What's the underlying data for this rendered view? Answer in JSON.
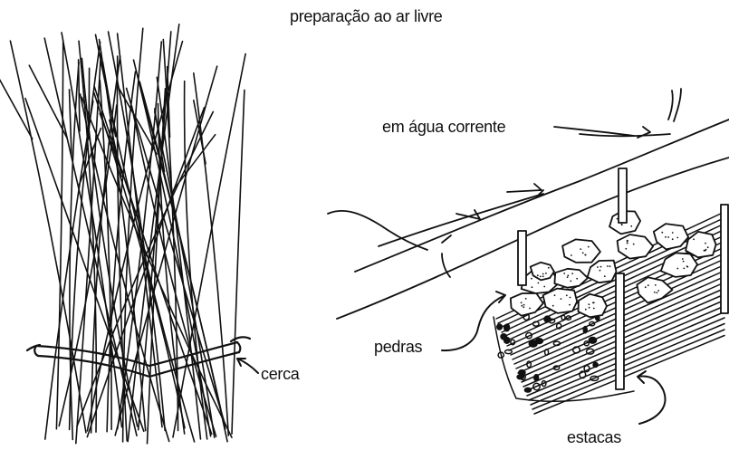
{
  "labels": {
    "title": "preparação ao ar livre",
    "running_water": "em água corrente",
    "stones": "pedras",
    "fence": "cerca",
    "stakes": "estacas"
  },
  "colors": {
    "ink": "#111111",
    "background": "#ffffff"
  },
  "illustrations": [
    "bundle-of-reeds-tied-with-fence",
    "bundle-weighted-with-stones-in-stream"
  ]
}
